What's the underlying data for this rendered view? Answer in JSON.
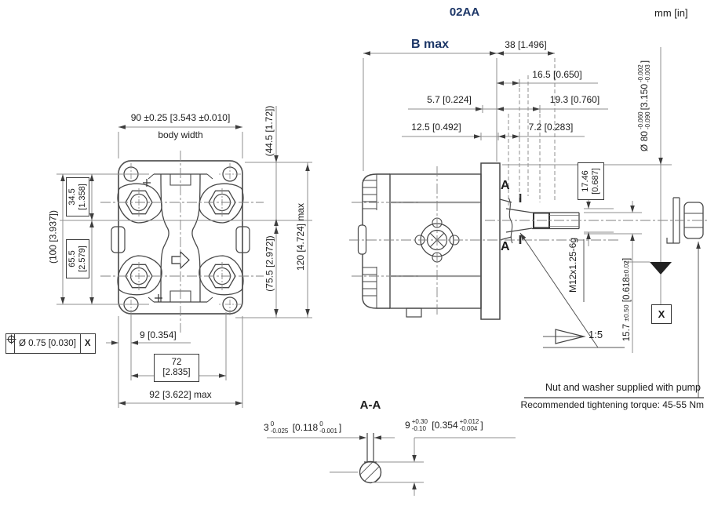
{
  "header": {
    "title": "02AA",
    "units": "mm [in]"
  },
  "front": {
    "width_dim": "90 ±0.25 [3.543 ±0.010]",
    "width_label": "body width",
    "h44": "(44.5 [1.72])",
    "h120": "120 [4.724] max",
    "h75": "(75.5 [2.972])",
    "h100": "(100 [3.937])",
    "h34_mm": "34.5",
    "h34_in": "[1.358]",
    "h65_mm": "65.5",
    "h65_in": "[2.579]",
    "tol_value": "Ø 0.75 [0.030]",
    "tol_datum": "X",
    "d9": "9 [0.354]",
    "d72_mm": "72",
    "d72_in": "[2.835]",
    "d92": "92 [3.622] max"
  },
  "side": {
    "b_max": "B max",
    "d38": "38 [1.496]",
    "d165": "16.5 [0.650]",
    "d57": "5.7 [0.224]",
    "d193": "19.3 [0.760]",
    "d125": "12.5 [0.492]",
    "d72": "7.2 [0.283]",
    "d80": {
      "mm": "Ø 80",
      "mm_hi": "-0.060",
      "mm_lo": "-0.090",
      "in_pre": "[3.150",
      "in_hi": "-0.002",
      "in_lo": "-0.003",
      "close": "]"
    },
    "d1746_mm": "17.46",
    "d1746_in": "[0.687]",
    "section_a": "A",
    "thread": "M12x1.25-6g",
    "d157": {
      "mm": "15.7",
      "mm_tol": "±0.50",
      "in_pre": "[0.618",
      "in_tol": "±0.02",
      "close": "]"
    },
    "taper": "1:5",
    "datum": "X",
    "note1": "Nut and washer supplied with pump",
    "note2": "Recommended tightening torque: 45-55 Nm"
  },
  "section": {
    "title": "A-A",
    "key": {
      "mm": "3",
      "mm_hi": "0",
      "mm_lo": "-0.025",
      "in_pre": "[0.118",
      "in_hi": "0",
      "in_lo": "-0.001",
      "close": "]"
    },
    "depth": {
      "mm": "9",
      "mm_hi": "+0.30",
      "mm_lo": "-0.10",
      "in_pre": "[0.354",
      "in_hi": "+0.012",
      "in_lo": "-0.004",
      "close": "]"
    }
  }
}
